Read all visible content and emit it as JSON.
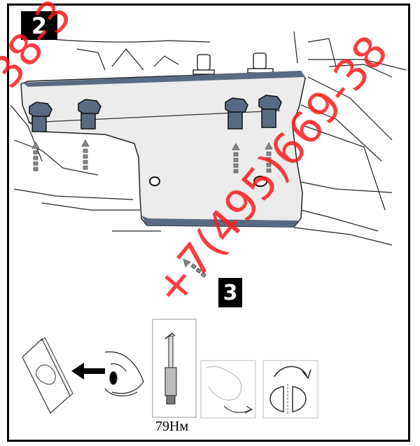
{
  "steps": {
    "main": "2",
    "secondary": "3"
  },
  "torque_label": "79Нм",
  "watermark": "+7(495)669-38",
  "watermark_partial": "38-3",
  "colors": {
    "plate_edge": "#5a6a82",
    "plate_fill": "#ececec",
    "watermark": "#ff1a1a"
  }
}
